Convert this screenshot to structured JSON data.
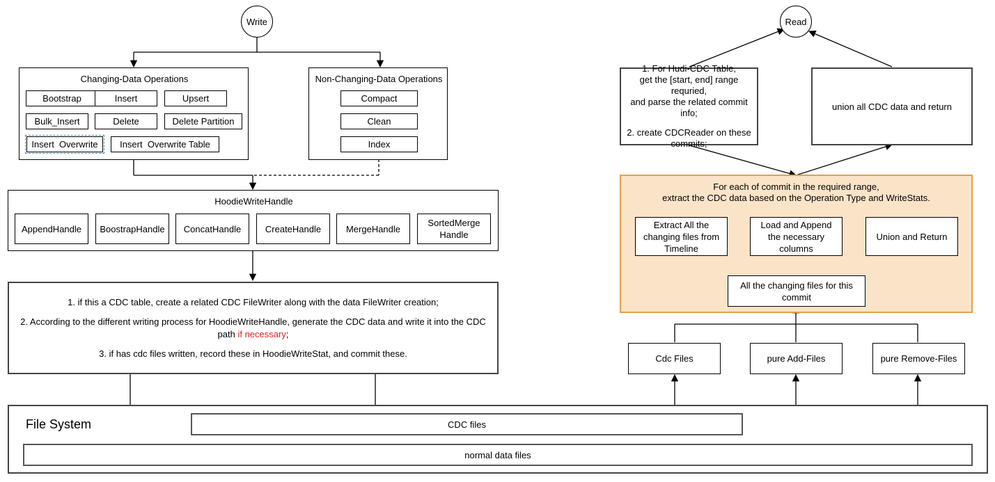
{
  "write": {
    "root": "Write",
    "changing": {
      "title": "Changing-Data Operations",
      "ops": [
        "Bootstrap",
        "Insert",
        "Upsert",
        "Bulk_Insert",
        "Delete",
        "Delete Partition",
        "Insert  Overwrite",
        "Insert  Overwrite Table"
      ]
    },
    "non_changing": {
      "title": "Non-Changing-Data Operations",
      "ops": [
        "Compact",
        "Clean",
        "Index"
      ]
    },
    "handle": {
      "title": "HoodieWriteHandle",
      "items": [
        "AppendHandle",
        "BoostrapHandle",
        "ConcatHandle",
        "CreateHandle",
        "MergeHandle",
        "SortedMerge\nHandle"
      ]
    },
    "steps": {
      "step1": "1. if this a CDC table, create a related CDC FileWriter along with the data FileWriter creation;",
      "step2": "2. According to the different writing process for HoodieWriteHandle, generate the CDC data and write it into the CDC path ",
      "step2_highlight": "if necessary",
      "step2_end": ";",
      "step3": "3. if has cdc files written, record these in HoodieWriteStat, and commit these."
    }
  },
  "read": {
    "root": "Read",
    "prepare": {
      "line1": "1. For Hudi-CDC Table,",
      "line2": "get the [start, end] range requried,",
      "line3": "and parse the related commit info;",
      "line4": "2. create CDCReader on these",
      "line5": "commits;"
    },
    "union": "union all CDC data and return",
    "commit_box": {
      "title_line1": "For each of commit in the required range,",
      "title_line2": "extract the CDC data based on the Operation Type and WriteStats.",
      "extract": "Extract All the changing files from Timeline",
      "load": "Load and Append the necessary columns",
      "union_return": "Union and Return",
      "changing_files": "All the changing files for this commit",
      "fill_color": "#fbe3c8",
      "border_color": "#e0a24a"
    },
    "file_types": [
      "Cdc Files",
      "pure Add-Files",
      "pure Remove-Files"
    ]
  },
  "file_system": {
    "title": "File System",
    "cdc_files": "CDC files",
    "normal_files": "normal data files"
  }
}
